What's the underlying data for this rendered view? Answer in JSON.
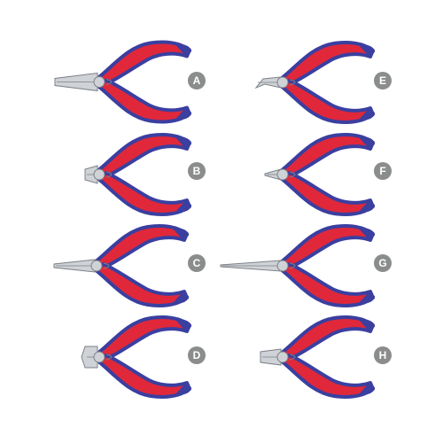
{
  "colors": {
    "grip_red": "#e0283a",
    "grip_blue": "#3a3fa0",
    "steel": "#cfd2d6",
    "steel_edge": "#7d8288",
    "badge_bg": "#8a8d8c",
    "badge_text": "#ffffff",
    "background": "#ffffff"
  },
  "items": [
    {
      "label": "A",
      "jaw": "combination"
    },
    {
      "label": "B",
      "jaw": "side-cutter"
    },
    {
      "label": "C",
      "jaw": "round-nose"
    },
    {
      "label": "D",
      "jaw": "end-cutter"
    },
    {
      "label": "E",
      "jaw": "bent-nose"
    },
    {
      "label": "F",
      "jaw": "needle-nose"
    },
    {
      "label": "G",
      "jaw": "long-needle-nose"
    },
    {
      "label": "H",
      "jaw": "flat-nose"
    }
  ]
}
